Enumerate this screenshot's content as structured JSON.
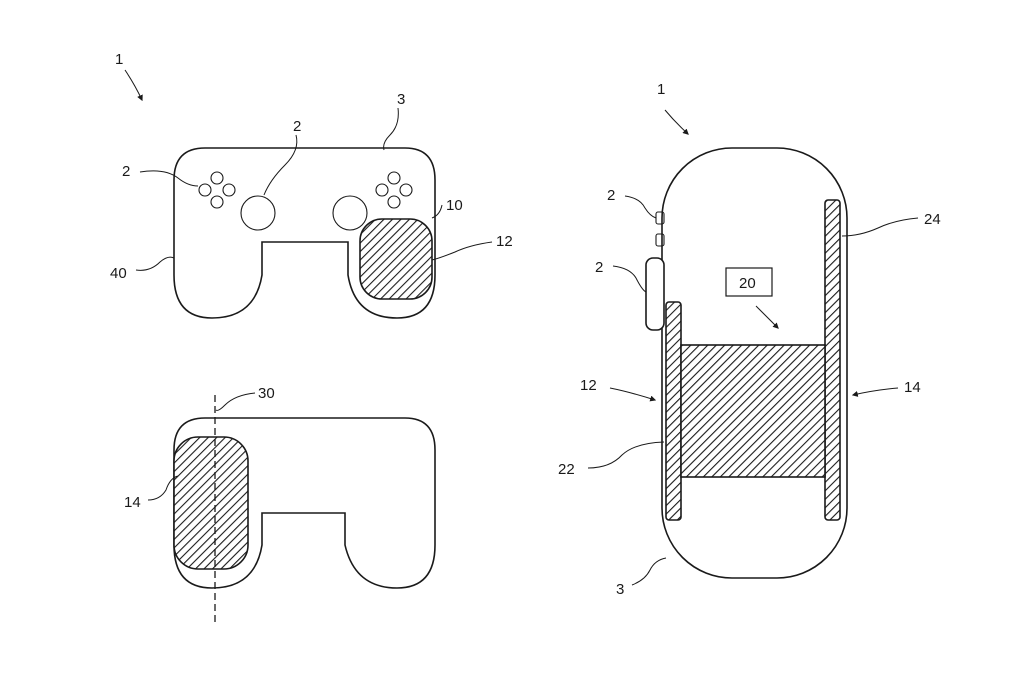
{
  "labels": {
    "fig_a_ref": "1",
    "fig_a_buttons_left": "2",
    "fig_a_buttons_center": "2",
    "fig_a_housing": "3",
    "fig_a_region": "10",
    "fig_a_grip": "12",
    "fig_a_body": "40",
    "fig_b_axis": "30",
    "fig_b_grip": "14",
    "fig_c_ref": "1",
    "fig_c_buttons_top": "2",
    "fig_c_buttons_side": "2",
    "fig_c_box": "20",
    "fig_c_strip_right": "24",
    "fig_c_left_side": "12",
    "fig_c_right_side": "14",
    "fig_c_band": "22",
    "fig_c_housing": "3"
  }
}
